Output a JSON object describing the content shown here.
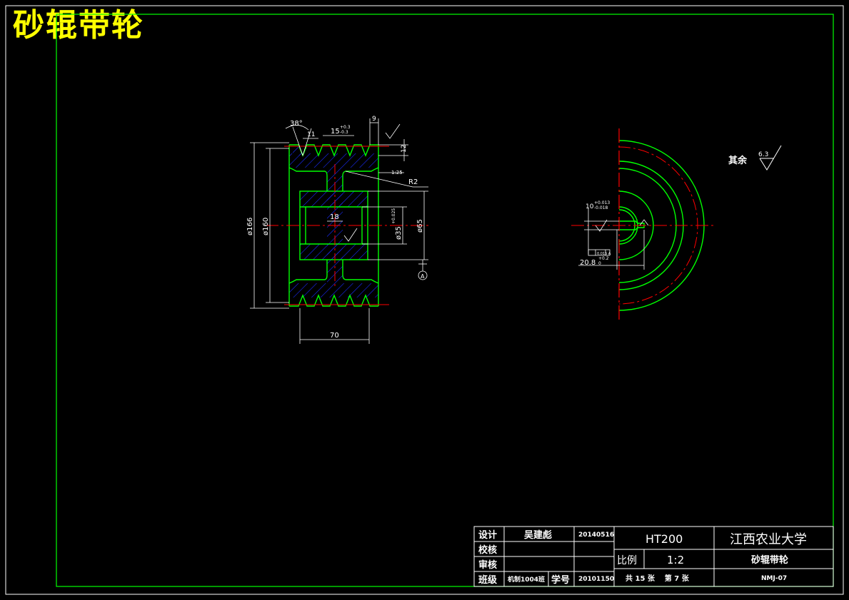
{
  "page_title": "砂辊带轮",
  "colors": {
    "background": "#000000",
    "border": "#00ff00",
    "outline": "#00ff00",
    "dimension": "#ffffff",
    "centerline": "#ff0000",
    "hatch": "#1a2cff",
    "title_text": "#ffff00"
  },
  "section_view": {
    "dims": {
      "groove_angle": "38°",
      "groove_width": "11",
      "groove_pitch": "15",
      "groove_pitch_tol_upper": "+0.3",
      "groove_pitch_tol_lower": "-0.3",
      "edge_width": "9",
      "groove_depth": "12",
      "chamfer_note": "1:25",
      "fillet_radius": "R2",
      "outer_dia": "ø166",
      "pitch_dia": "ø160",
      "bore_dia": "ø35",
      "bore_tol": "+0.025",
      "hub_dia": "ø65",
      "web_thickness": "18",
      "overall_width": "70",
      "datum": "A"
    }
  },
  "end_view": {
    "dims": {
      "keyway_width": "10",
      "keyway_tol_upper": "+0.013",
      "keyway_tol_lower": "-0.018",
      "keyway_depth": "20.8",
      "keyway_depth_tol_upper": "+0.2",
      "keyway_depth_tol_lower": "0",
      "geo_tol": "0.015 A"
    }
  },
  "roughness_note": {
    "label": "其余",
    "value": "6.3"
  },
  "title_block": {
    "rows": [
      {
        "label": "设计",
        "value": "吴建彪",
        "extra": "20140516"
      },
      {
        "label": "校核",
        "value": "",
        "extra": ""
      },
      {
        "label": "审核",
        "value": "",
        "extra": ""
      },
      {
        "label": "班级",
        "value": "机制1004班",
        "extra_label": "学号",
        "extra": "20101150"
      }
    ],
    "material": "HT200",
    "scale_label": "比例",
    "scale_value": "1:2",
    "sheet_info": "共 15 张    第 7 张",
    "school": "江西农业大学",
    "part_name": "砂辊带轮",
    "drawing_no": "NMJ-07"
  }
}
